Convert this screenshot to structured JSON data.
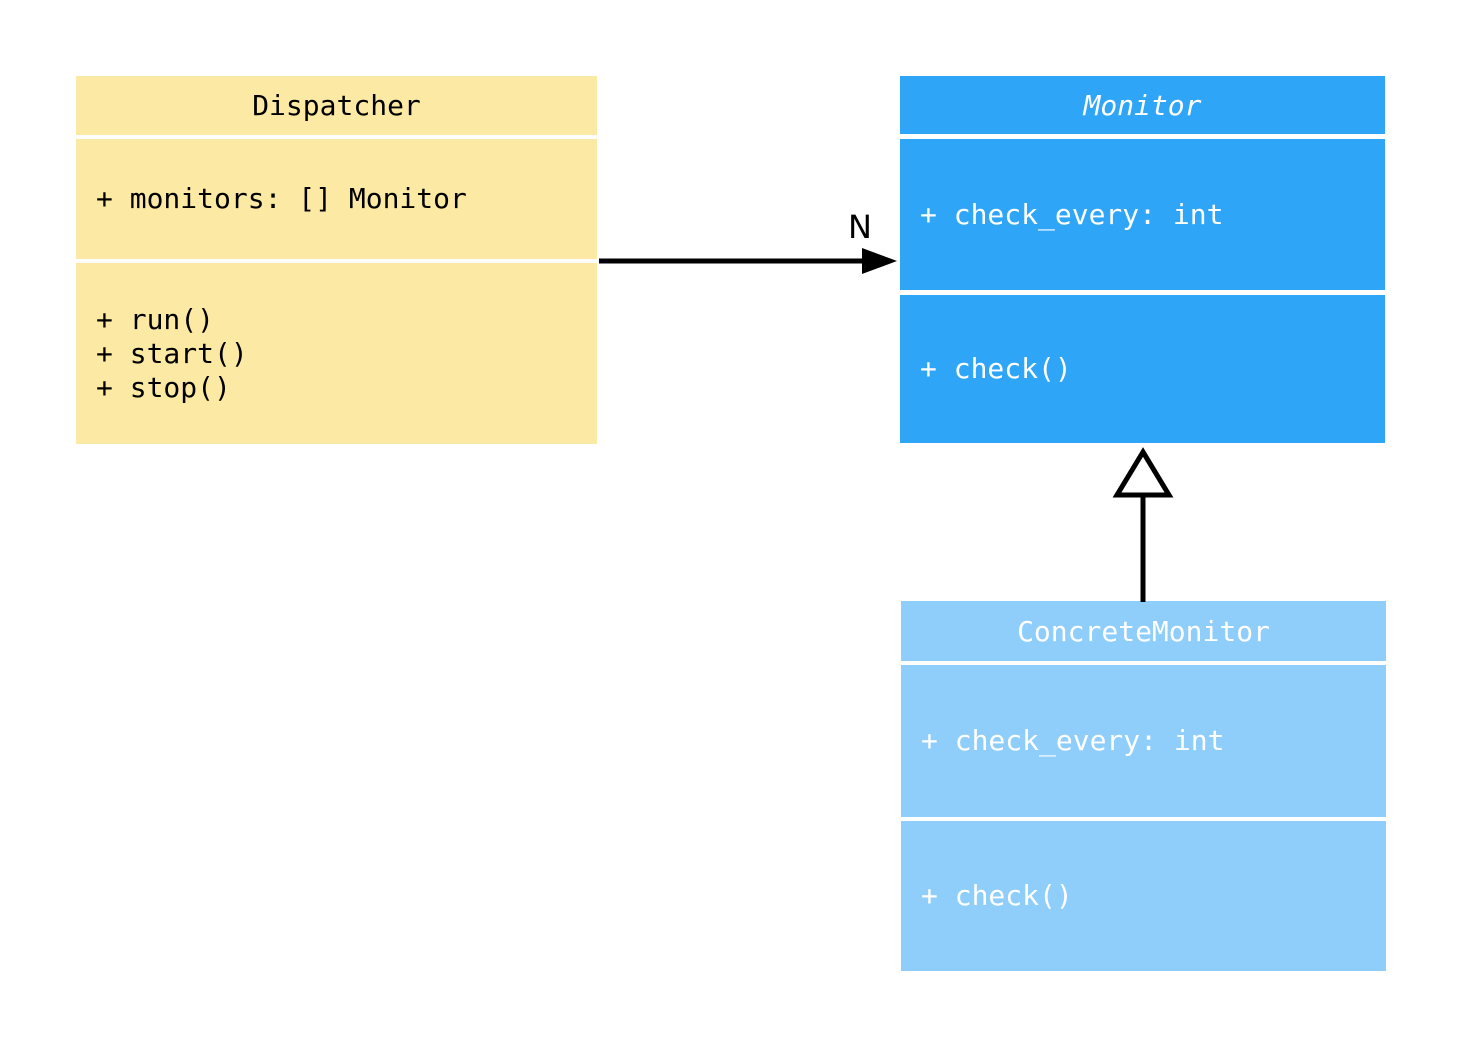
{
  "diagram": {
    "background": "#FFFFFF",
    "classes": [
      {
        "name": "Dispatcher",
        "abstract": false,
        "bg": "#FCE9A4",
        "text_color": "#000000",
        "attributes": [
          "+ monitors: [] Monitor"
        ],
        "methods": [
          "+ run()",
          "+ start()",
          "+ stop()"
        ]
      },
      {
        "name": "Monitor",
        "abstract": true,
        "bg": "#2FA5F7",
        "text_color": "#FFFFFF",
        "attributes": [
          "+ check_every: int"
        ],
        "methods": [
          "+ check()"
        ]
      },
      {
        "name": "ConcreteMonitor",
        "abstract": false,
        "bg": "#8FCEFA",
        "text_color": "#FFFFFF",
        "attributes": [
          "+ check_every: int"
        ],
        "methods": [
          "+ check()"
        ]
      }
    ],
    "relations": [
      {
        "type": "association",
        "from": "Dispatcher",
        "to": "Monitor",
        "label": "N",
        "color": "#000000"
      },
      {
        "type": "inheritance",
        "from": "ConcreteMonitor",
        "to": "Monitor",
        "color": "#000000"
      }
    ]
  }
}
